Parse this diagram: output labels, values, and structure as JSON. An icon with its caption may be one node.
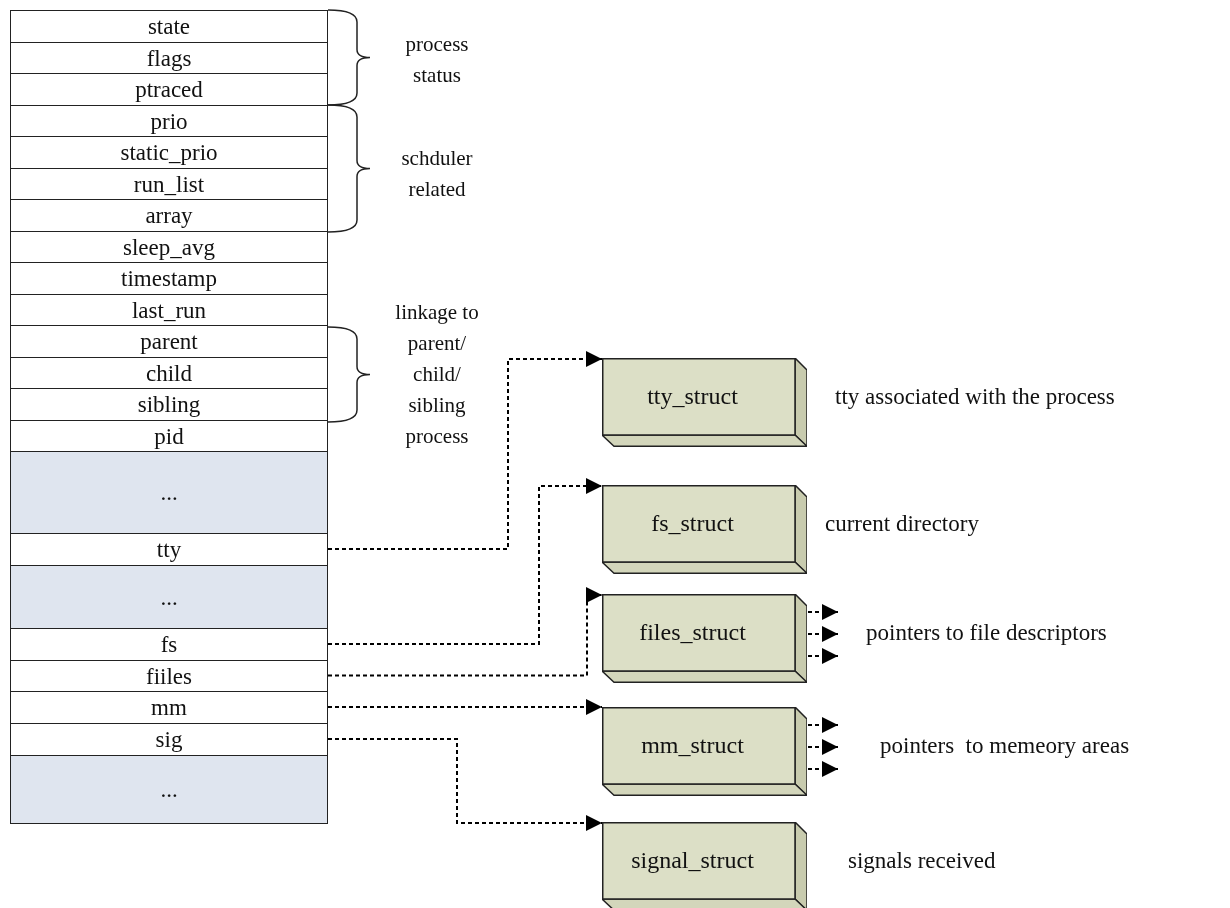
{
  "diagram": {
    "nodes": [
      {
        "text": [
          "state"
        ]
      },
      {
        "text": [
          "flags"
        ]
      },
      {
        "text": [
          "ptraced"
        ]
      },
      {
        "text": [
          "prio"
        ]
      },
      {
        "text": [
          "static_prio"
        ]
      },
      {
        "text": [
          "run_list"
        ]
      },
      {
        "text": [
          "array"
        ]
      },
      {
        "text": [
          "sleep_avg"
        ]
      },
      {
        "text": [
          "timestamp"
        ]
      },
      {
        "text": [
          "last_run"
        ]
      },
      {
        "text": [
          "parent"
        ]
      },
      {
        "text": [
          "child"
        ]
      },
      {
        "text": [
          "sibling"
        ]
      },
      {
        "text": [
          "pid"
        ]
      },
      {
        "text": [
          "..."
        ]
      },
      {
        "text": [
          "tty"
        ]
      },
      {
        "text": [
          "..."
        ]
      },
      {
        "text": [
          "fs"
        ]
      },
      {
        "text": [
          "fiiles"
        ]
      },
      {
        "text": [
          "mm"
        ]
      },
      {
        "text": [
          "sig"
        ]
      },
      {
        "text": [
          "..."
        ]
      },
      {
        "text": [
          "tty_struct"
        ],
        "beside": [
          "tty associated with the process"
        ]
      },
      {
        "text": [
          "fs_struct"
        ],
        "beside": [
          "current directory"
        ]
      },
      {
        "text": [
          "files_struct"
        ],
        "beside": [
          "pointers to file descriptors"
        ]
      },
      {
        "text": [
          "mm_struct"
        ],
        "beside": [
          "pointers  to memeory areas"
        ]
      },
      {
        "text": [
          "signal_struct"
        ],
        "beside": [
          "signals received"
        ]
      }
    ],
    "edges": [
      {
        "from": 15,
        "to": 22,
        "arrow": "to",
        "style": "dashed"
      },
      {
        "from": 17,
        "to": 23,
        "arrow": "to",
        "style": "dashed"
      },
      {
        "from": 18,
        "to": 24,
        "arrow": "to",
        "style": "dashed"
      },
      {
        "from": 19,
        "to": 25,
        "arrow": "to",
        "style": "dashed"
      },
      {
        "from": 20,
        "to": 26,
        "arrow": "to",
        "style": "dashed"
      },
      {
        "from": 24,
        "to": null,
        "arrow": "to",
        "style": "dashed"
      },
      {
        "from": 24,
        "to": null,
        "arrow": "to",
        "style": "dashed"
      },
      {
        "from": 24,
        "to": null,
        "arrow": "to",
        "style": "dashed"
      },
      {
        "from": 25,
        "to": null,
        "arrow": "to",
        "style": "dashed"
      },
      {
        "from": 25,
        "to": null,
        "arrow": "to",
        "style": "dashed"
      },
      {
        "from": 25,
        "to": null,
        "arrow": "to",
        "style": "dashed"
      }
    ],
    "labels": [
      "process status",
      "schduler related",
      "linkage to parent/ child/ sibling process"
    ]
  }
}
